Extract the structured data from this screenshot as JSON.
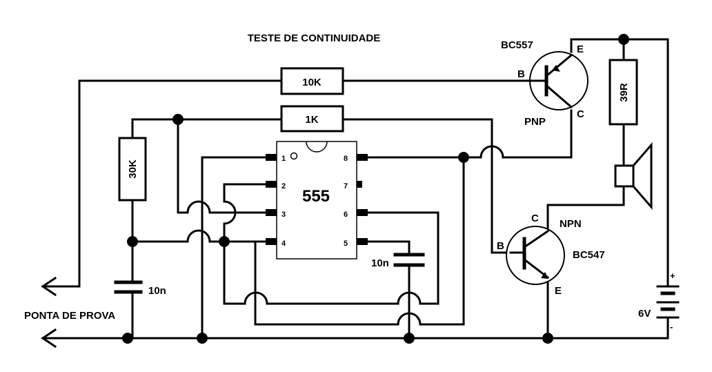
{
  "title": "TESTE DE CONTINUIDADE",
  "probe_label": "PONTA DE PROVA",
  "ic": {
    "name": "555",
    "pins": [
      "1",
      "2",
      "3",
      "4",
      "5",
      "6",
      "7",
      "8"
    ]
  },
  "resistors": {
    "r10k": "10K",
    "r1k": "1K",
    "r30k": "30K",
    "r39r": "39R"
  },
  "capacitors": {
    "c_timing": "10n",
    "c_control": "10n"
  },
  "transistors": {
    "pnp": {
      "model": "BC557",
      "type": "PNP",
      "b": "B",
      "c": "C",
      "e": "E"
    },
    "npn": {
      "model": "BC547",
      "type": "NPN",
      "b": "B",
      "c": "C",
      "e": "E"
    }
  },
  "battery": {
    "voltage": "6V",
    "plus": "+",
    "minus": "-"
  }
}
